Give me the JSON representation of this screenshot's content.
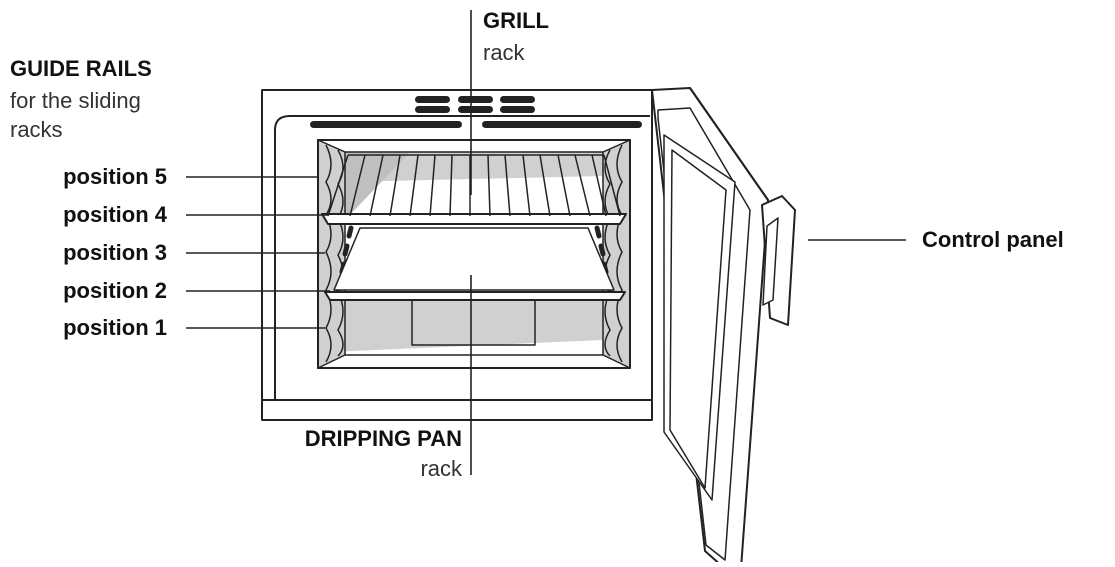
{
  "labels": {
    "guide_rails": {
      "title": "GUIDE RAILS",
      "line1": "for the sliding",
      "line2": "racks"
    },
    "grill": {
      "title": "GRILL",
      "sub": "rack"
    },
    "dripping_pan": {
      "title": "DRIPPING PAN",
      "sub": "rack"
    },
    "positions": [
      "position 5",
      "position 4",
      "position 3",
      "position 2",
      "position 1"
    ],
    "control_panel": "Control panel"
  },
  "colors": {
    "line": "#222222",
    "shade": "#d0d0d0",
    "background": "#ffffff"
  }
}
